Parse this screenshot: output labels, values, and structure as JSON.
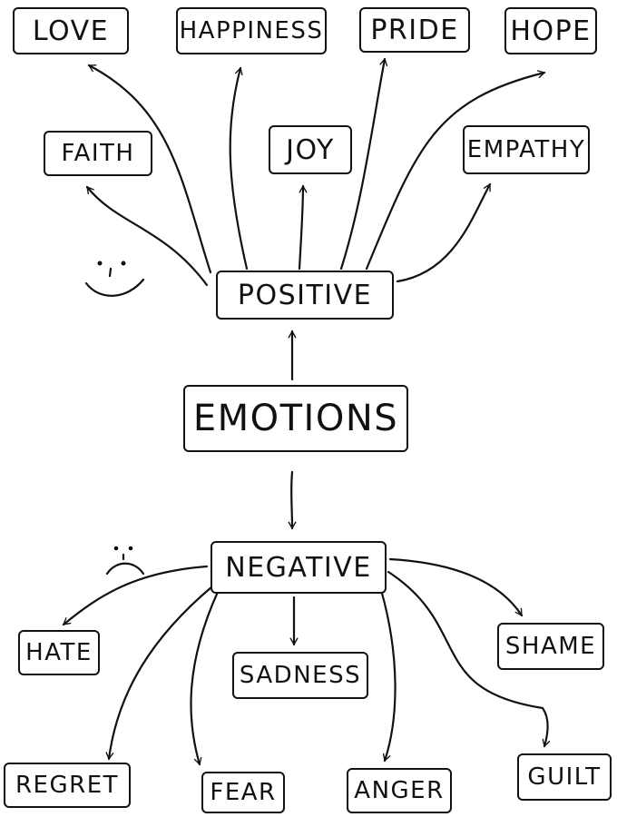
{
  "center": {
    "label": "EMOTIONS"
  },
  "positive": {
    "label": "POSITIVE",
    "children": [
      "LOVE",
      "HAPPINESS",
      "PRIDE",
      "HOPE",
      "FAITH",
      "JOY",
      "EMPATHY"
    ]
  },
  "negative": {
    "label": "NEGATIVE",
    "children": [
      "HATE",
      "SADNESS",
      "SHAME",
      "REGRET",
      "FEAR",
      "ANGER",
      "GUILT"
    ]
  },
  "icons": {
    "positive": "smiley-face-icon",
    "negative": "frowny-face-icon"
  }
}
